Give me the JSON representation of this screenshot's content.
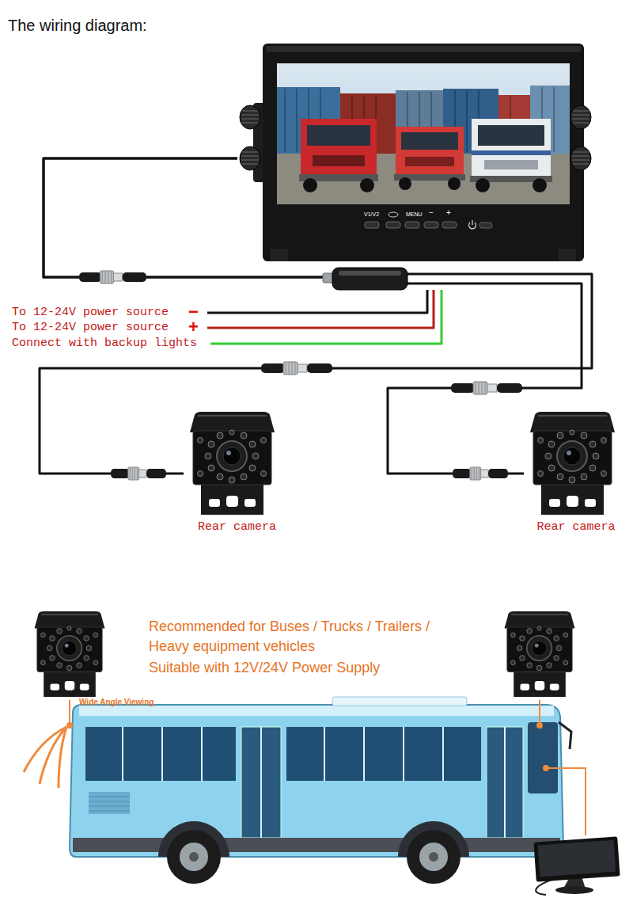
{
  "diagram": {
    "title": "The wiring diagram:",
    "nodes": [
      {
        "text": [
          "V1/V2",
          "MENU",
          "−",
          "+"
        ]
      },
      {
        "text": [
          "Rear camera"
        ]
      },
      {
        "text": [
          "Rear camera"
        ]
      }
    ],
    "edges": [
      {
        "from": 0,
        "to": 1,
        "arrow": "none"
      },
      {
        "from": 0,
        "to": 2,
        "arrow": "none"
      }
    ],
    "labels": [
      "To 12-24V power source",
      "−",
      "To 12-24V power source",
      "+",
      "Connect with backup lights",
      "Recommended for Buses / Trucks / Trailers / Heavy equipment vehicles",
      "Suitable with 12V/24V Power Supply",
      "Wide Angle Viewing"
    ]
  }
}
